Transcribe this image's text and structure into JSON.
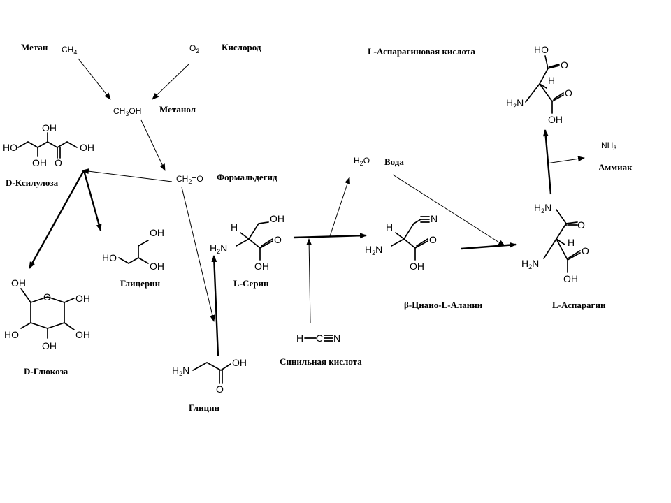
{
  "labels": {
    "methane": "Метан",
    "oxygen": "Кислород",
    "methanol": "Метанол",
    "formaldehyde": "Формальдегид",
    "xylulose": "D-Ксилулоза",
    "glucose": "D-Глюкоза",
    "glycerol": "Глицерин",
    "serine": "L-Серин",
    "glycine": "Глицин",
    "hcn": "Синильная кислота",
    "water": "Вода",
    "cyanoalanine": "β-Циано-L-Аланин",
    "asparagine": "L-Аспарагин",
    "aspartic": "L-Аспарагиновая кислота",
    "ammonia": "Аммиак"
  },
  "formulas": {
    "ch4_main": "CH",
    "ch4_sub": "4",
    "o2_main": "O",
    "o2_sub": "2",
    "ch3oh_a": "CH",
    "ch3oh_sub": "3",
    "ch3oh_b": "OH",
    "ch2o_a": "CH",
    "ch2o_sub": "2",
    "ch2o_b": "=O",
    "h2o_a": "H",
    "h2o_sub": "2",
    "h2o_b": "O",
    "nh3_a": "NH",
    "nh3_sub": "3"
  },
  "atoms": {
    "HO": "HO",
    "OH": "OH",
    "O": "O",
    "H": "H",
    "NH2": "NH",
    "sub2": "2",
    "H2N_H": "H",
    "N": "N"
  }
}
